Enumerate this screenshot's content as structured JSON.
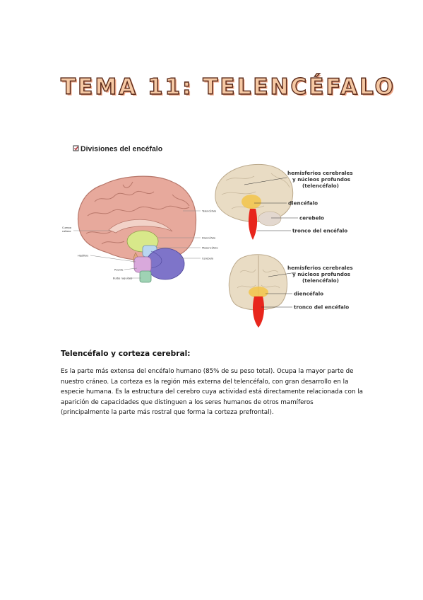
{
  "title": "TEMA 11: TELENCÉFALO",
  "figure": {
    "header": "Divisiones del encéfalo",
    "left_labels": {
      "cuerpo_calloso_1": "Cuerpo",
      "cuerpo_calloso_2": "calloso",
      "telencefalo": "Telencéfalo",
      "diencefalo": "Diencéfalo",
      "mesencefalo": "Mesencéfalo",
      "cerebelo": "Cerebelo",
      "hipofisis": "Hipófisis",
      "puente": "Puente",
      "bulbo": "Bulbo raquídeo"
    },
    "top_right": {
      "hemisferios_1": "hemisferios cerebrales",
      "hemisferios_2": "y núcleos profundos",
      "hemisferios_3": "(telencéfalo)",
      "diencefalo": "diencéfalo",
      "cerebelo": "cerebelo",
      "tronco": "tronco del encéfalo"
    },
    "bottom_right": {
      "hemisferios_1": "hemisferios cerebrales",
      "hemisferios_2": "y núcleos profundos",
      "hemisferios_3": "(telencéfalo)",
      "diencefalo": "diencéfalo",
      "tronco": "tronco del encéfalo"
    },
    "colors": {
      "cortex": "#e7a99c",
      "diencephalon": "#d8e88a",
      "midbrain": "#b9d6f0",
      "cerebellum": "#7e74c9",
      "pons": "#d9a9dc",
      "medulla": "#9fd2b4",
      "brainstem_red": "#e8261c",
      "ghost_brain": "#e9dcc4"
    }
  },
  "section": {
    "heading": "Telencéfalo y corteza cerebral:",
    "body": "Es la parte más extensa del encéfalo humano (85% de su peso total). Ocupa la mayor parte de nuestro cráneo. La corteza es la región más externa del telencéfalo, con gran desarrollo en la especie humana. Es la estructura del cerebro cuya actividad está directamente relacionada con la aparición de capacidades que distinguen a los seres humanos de otros mamíferos (principalmente la parte más rostral que forma la corteza prefrontal)."
  }
}
